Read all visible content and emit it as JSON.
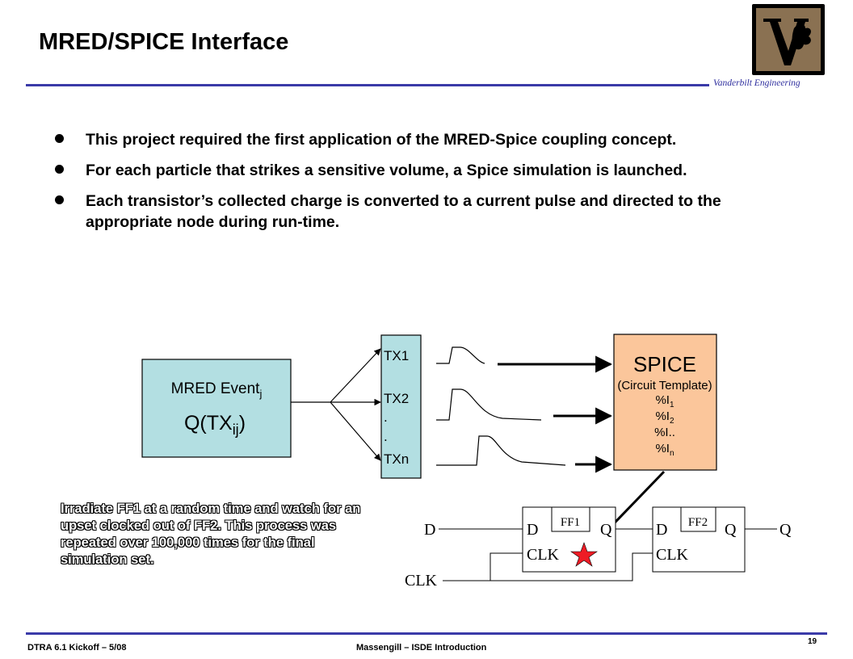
{
  "slide": {
    "title": "MRED/SPICE Interface",
    "logo_caption": "Vanderbilt Engineering",
    "bullets": [
      "This project required the first application of the MRED-Spice coupling concept.",
      "For each particle that strikes a sensitive volume, a Spice simulation is launched.",
      "Each transistor’s collected charge is converted to a current pulse and directed to the appropriate node during run-time."
    ],
    "note": "Irradiate FF1 at a random time and watch for an upset clocked out of FF2. This process was repeated over 100,000 times for the final simulation set.",
    "footer_left": "DTRA 6.1 Kickoff – 5/08",
    "footer_center": "Massengill – ISDE Introduction",
    "page_number": "19"
  },
  "diagram": {
    "mred_box": {
      "line1_text": "MRED Event",
      "line1_sub": "j",
      "line2_text": "Q(TX",
      "line2_sub": "ij",
      "line2_close": ")"
    },
    "tx_column": {
      "tx1": "TX1",
      "tx2": "TX2",
      "dot1": ".",
      "dot2": ".",
      "txn": "TXn"
    },
    "spice_box": {
      "title": "SPICE",
      "subtitle": "(Circuit Template)",
      "items": [
        {
          "base": "%I",
          "sub": "1"
        },
        {
          "base": "%I",
          "sub": "2"
        },
        {
          "base": "%I..",
          "sub": ""
        },
        {
          "base": "%I",
          "sub": "n"
        }
      ]
    },
    "flipflops": {
      "d_in": "D",
      "q_out": "Q",
      "clk_in": "CLK",
      "ff1": {
        "name": "FF1",
        "d": "D",
        "q": "Q",
        "clk": "CLK"
      },
      "ff2": {
        "name": "FF2",
        "d": "D",
        "q": "Q",
        "clk": "CLK"
      }
    },
    "colors": {
      "mred_fill": "#b3dfe2",
      "tx_fill": "#b3dfe2",
      "spice_fill": "#fbc69b",
      "star": "#ee1c25",
      "rule": "#3a3aa8"
    }
  }
}
